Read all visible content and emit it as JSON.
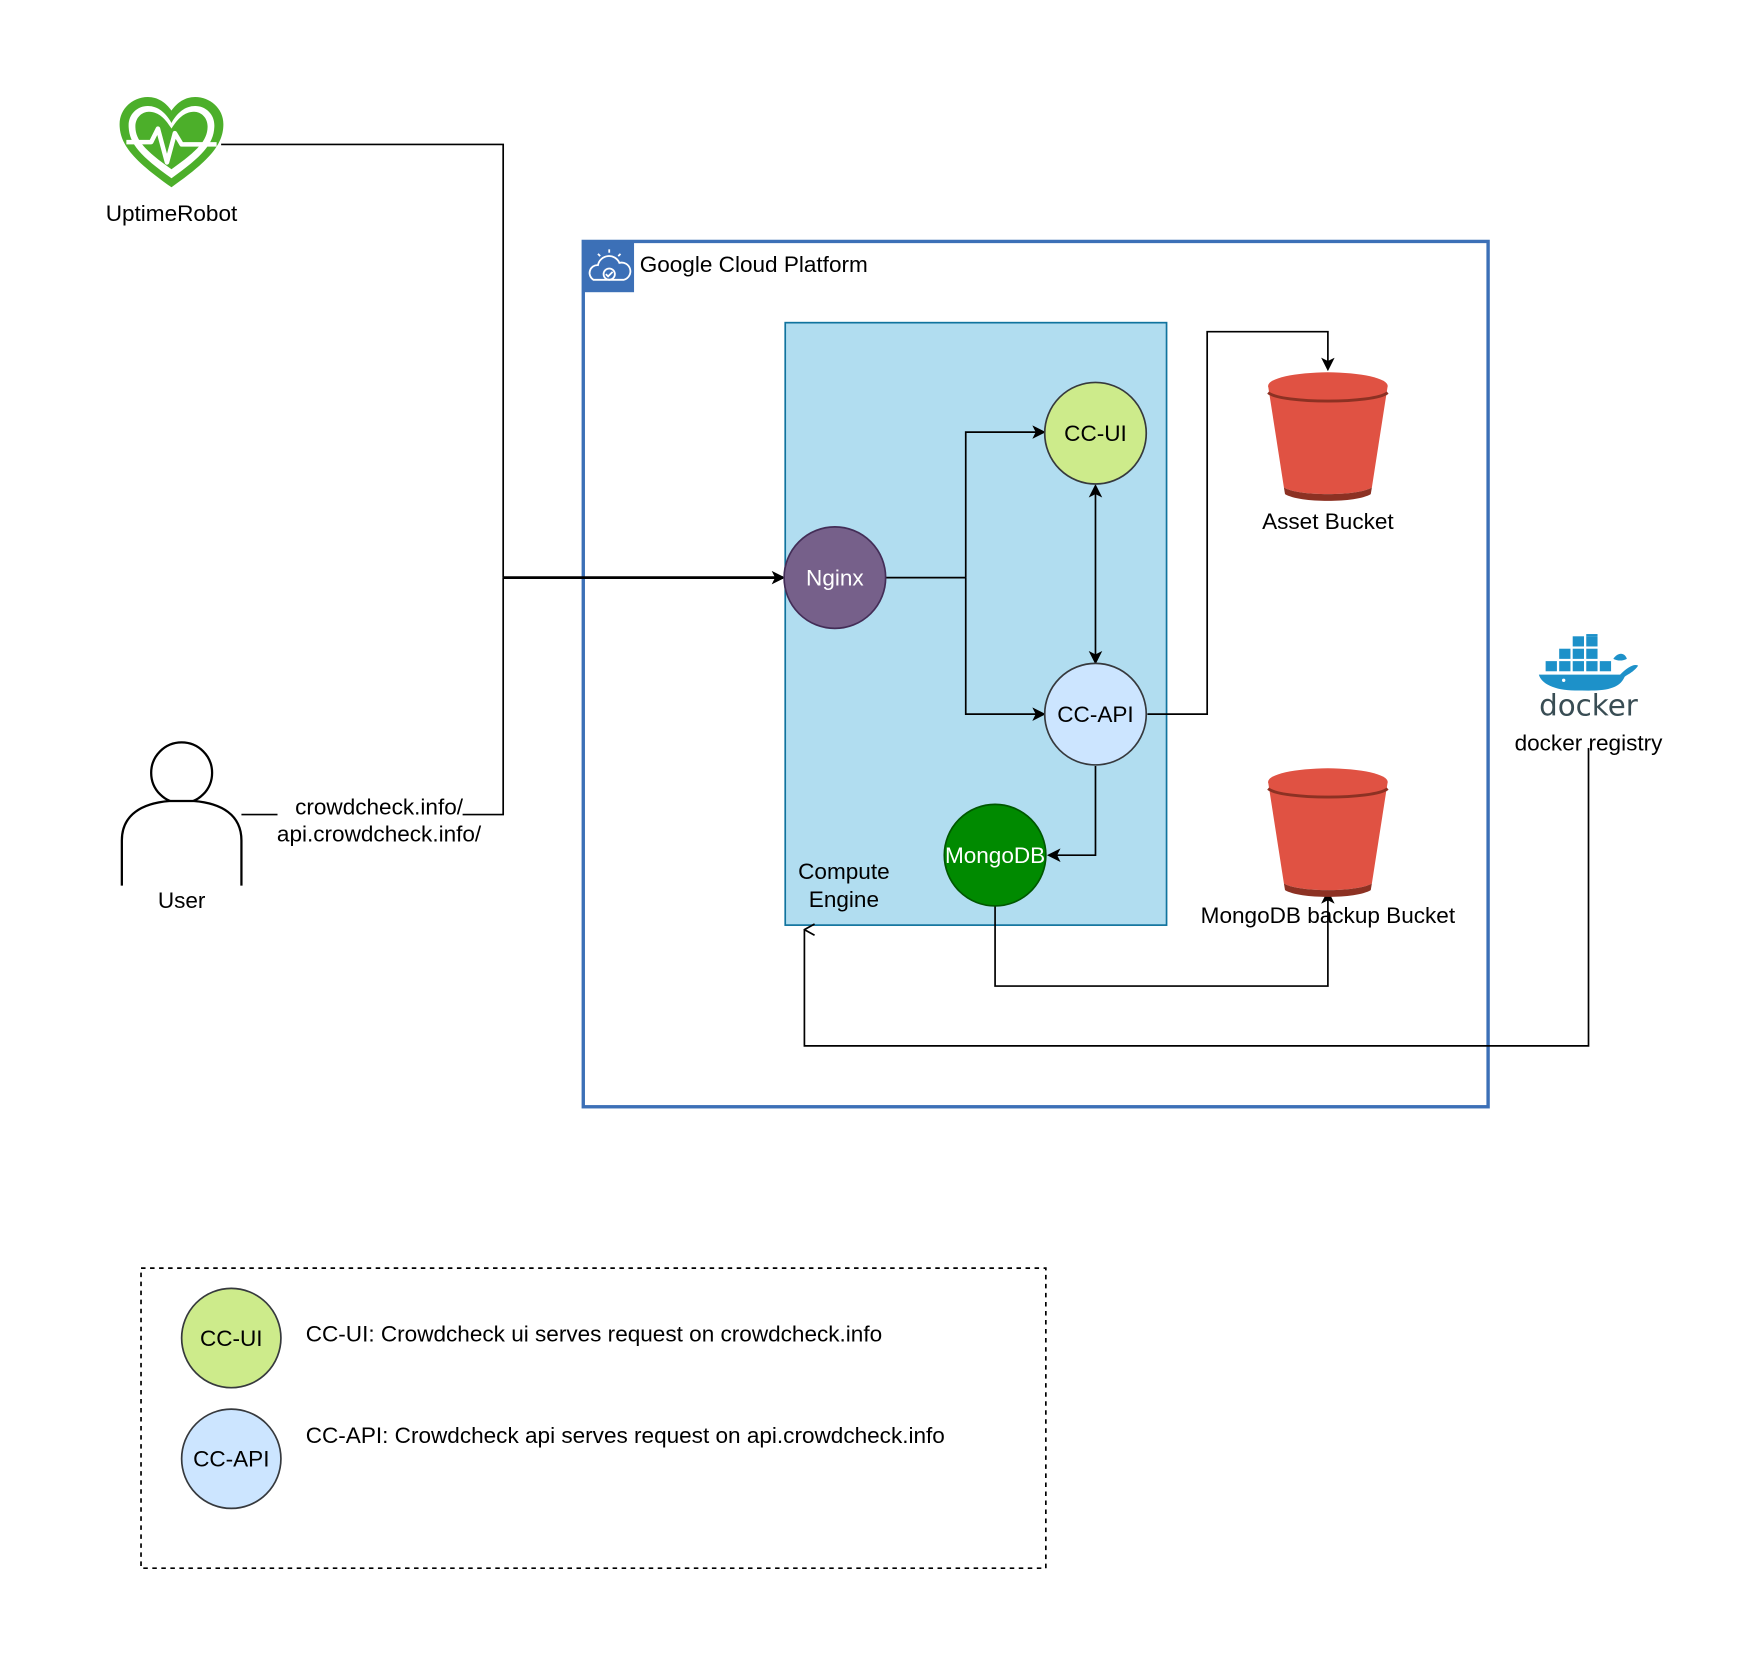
{
  "diagram": {
    "uptimerobot": {
      "label": "UptimeRobot"
    },
    "user": {
      "label": "User"
    },
    "user_edge": {
      "line1": "crowdcheck.info/",
      "line2": "api.crowdcheck.info/"
    },
    "gcp": {
      "title": "Google Cloud Platform"
    },
    "compute_engine": {
      "line1": "Compute",
      "line2": "Engine"
    },
    "nodes": {
      "nginx": "Nginx",
      "cc_ui": "CC-UI",
      "cc_api": "CC-API",
      "mongodb": "MongoDB"
    },
    "buckets": {
      "asset": "Asset Bucket",
      "mongodb_backup": "MongoDB backup Bucket"
    },
    "docker": {
      "logo_text": "docker",
      "label": "docker registry"
    },
    "legend": {
      "items": [
        {
          "badge": "CC-UI",
          "text": "CC-UI: Crowdcheck ui serves request on crowdcheck.info"
        },
        {
          "badge": "CC-API",
          "text": "CC-API: Crowdcheck api serves request on api.crowdcheck.info"
        }
      ]
    },
    "colors": {
      "gcp_border": "#3c70b7",
      "compute_fill": "#b1ddf0",
      "compute_border": "#10739e",
      "nginx": "#76608a",
      "cc_ui": "#cdeb8b",
      "cc_api": "#cce5ff",
      "mongodb": "#008a00",
      "bucket": "#e05243",
      "bucket_dark": "#8c3123",
      "uptime": "#4caf2a",
      "docker": "#1d91c9",
      "docker_text": "#394d54"
    }
  }
}
